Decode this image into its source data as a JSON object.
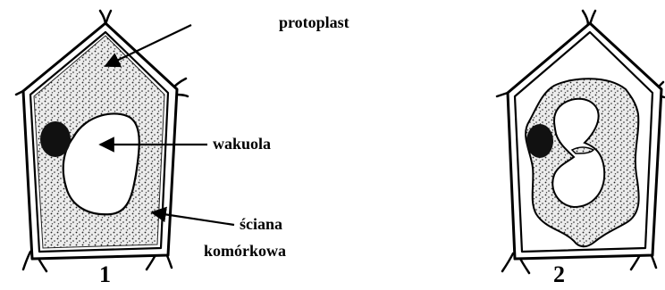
{
  "labels": {
    "protoplast": "protoplast",
    "vacuole": "wakuola",
    "cell_wall_line1": "ściana",
    "cell_wall_line2": "komórkowa"
  },
  "figure_numbers": {
    "first": "1",
    "second": "2"
  },
  "colors": {
    "ink": "#000000",
    "cytoplasm": "#dcdcdc",
    "vacuole": "#ffffff",
    "nucleus": "#111111"
  }
}
